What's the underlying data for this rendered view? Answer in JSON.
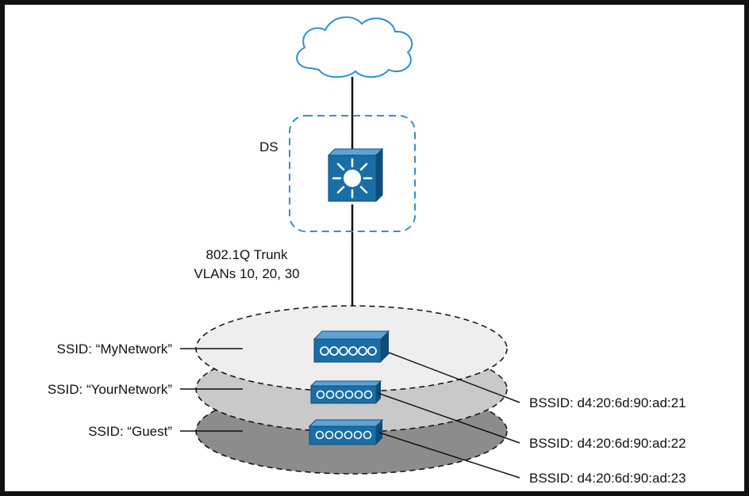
{
  "colors": {
    "border": "#111111",
    "ds_dash": "#3a8fc4",
    "device_fill": "#1a6ea8",
    "ssid1_fill": "#eeeeee",
    "ssid2_fill": "#c9c9c9",
    "ssid3_fill": "#8c8c8c"
  },
  "icons": {
    "cloud": "cloud-icon",
    "switch": "multilayer-switch-icon",
    "access_point": "access-point-icon"
  },
  "ds": {
    "label": "DS"
  },
  "trunk": {
    "line1": "802.1Q Trunk",
    "line2": "VLANs 10, 20, 30"
  },
  "ssids": [
    {
      "label": "SSID: “MyNetwork”",
      "bssid": "BSSID: d4:20:6d:90:ad:21"
    },
    {
      "label": "SSID: “YourNetwork”",
      "bssid": "BSSID: d4:20:6d:90:ad:22"
    },
    {
      "label": "SSID: “Guest”",
      "bssid": "BSSID: d4:20:6d:90:ad:23"
    }
  ]
}
